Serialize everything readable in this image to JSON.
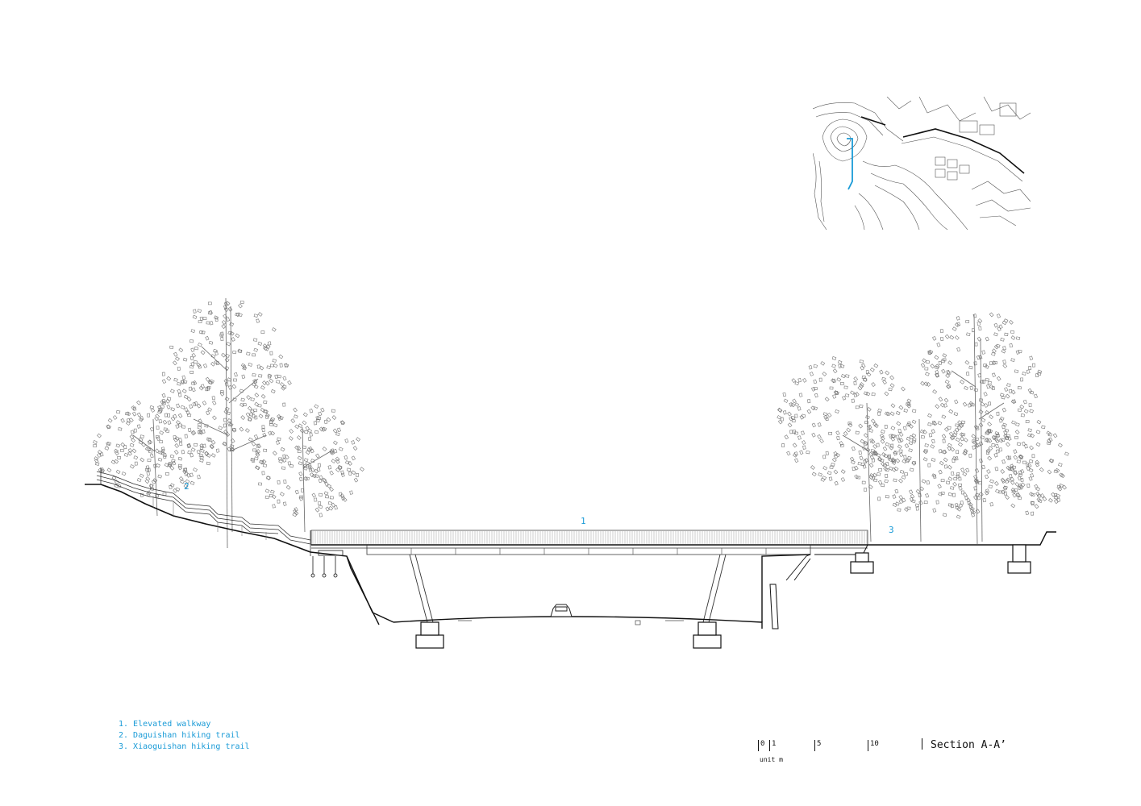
{
  "callouts": {
    "walkway": "1",
    "daguishan": "2",
    "xiaoguishan": "3"
  },
  "legend": [
    "1. Elevated walkway",
    "2. Daguishan hiking trail",
    "3. Xiaoguishan hiking trail"
  ],
  "scale": {
    "ticks": [
      "0",
      "1",
      "5",
      "10"
    ],
    "unit": "unit m"
  },
  "title": "Section A-A’",
  "colors": {
    "accent": "#1a9bd7",
    "line": "#222222"
  }
}
